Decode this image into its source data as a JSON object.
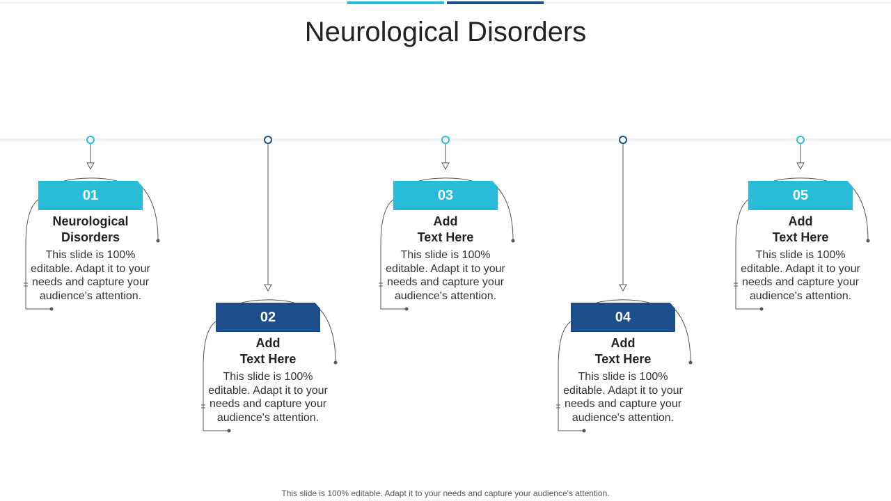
{
  "title": "Neurological Disorders",
  "footer": "This slide is 100% editable. Adapt it to your needs and capture your audience's attention.",
  "colors": {
    "light": "#29bcd8",
    "dark": "#1b4e8a",
    "line": "#555555",
    "timeline": "#f0f2f4"
  },
  "steps": [
    {
      "number": "01",
      "heading_line1": "Neurological",
      "heading_line2": "Disorders",
      "body": [
        "This slide is 100%",
        "editable. Adapt it to your",
        "needs and capture your",
        "audience's attention."
      ],
      "tone": "light",
      "row": "upper"
    },
    {
      "number": "02",
      "heading_line1": "Add",
      "heading_line2": "Text Here",
      "body": [
        "This slide is 100%",
        "editable. Adapt it to your",
        "needs and capture your",
        "audience's attention."
      ],
      "tone": "dark",
      "row": "lower"
    },
    {
      "number": "03",
      "heading_line1": "Add",
      "heading_line2": "Text Here",
      "body": [
        "This slide is 100%",
        "editable. Adapt it to your",
        "needs and capture your",
        "audience's attention."
      ],
      "tone": "light",
      "row": "upper"
    },
    {
      "number": "04",
      "heading_line1": "Add",
      "heading_line2": "Text Here",
      "body": [
        "This slide is 100%",
        "editable. Adapt it to your",
        "needs and capture your",
        "audience's attention."
      ],
      "tone": "dark",
      "row": "lower"
    },
    {
      "number": "05",
      "heading_line1": "Add",
      "heading_line2": "Text Here",
      "body": [
        "This slide is 100%",
        "editable. Adapt it to your",
        "needs and capture your",
        "audience's attention."
      ],
      "tone": "light",
      "row": "upper"
    }
  ]
}
